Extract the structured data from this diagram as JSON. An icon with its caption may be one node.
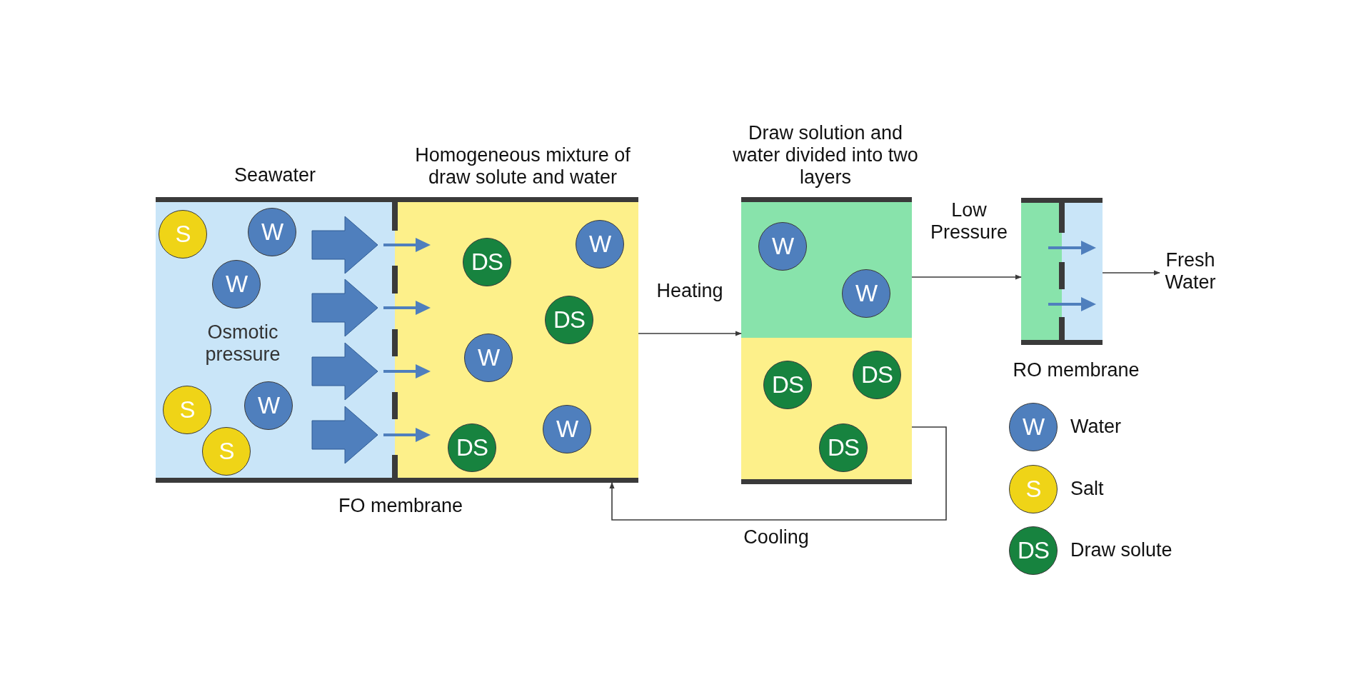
{
  "diagram": {
    "nodes": [
      {
        "text": [
          "Seawater",
          "Osmotic pressure"
        ]
      },
      {
        "text": [
          "Homogeneous mixture of draw solute and water"
        ]
      },
      {
        "text": [
          "Draw solution and water divided into two layers"
        ]
      },
      {
        "text": [],
        "shape": "box",
        "in": 2
      },
      {
        "text": [],
        "shape": "box",
        "in": 2
      },
      {
        "text": [],
        "shape": "box"
      },
      {
        "text": [
          "Fresh Water"
        ]
      },
      {
        "text": [
          "S"
        ],
        "in": 0
      },
      {
        "text": [
          "W"
        ],
        "in": 0
      },
      {
        "text": [
          "W"
        ],
        "in": 0
      },
      {
        "text": [
          "W"
        ],
        "in": 0
      },
      {
        "text": [
          "S"
        ],
        "in": 0
      },
      {
        "text": [
          "S"
        ],
        "in": 0
      },
      {
        "text": [
          "W"
        ],
        "in": 1
      },
      {
        "text": [
          "DS"
        ],
        "in": 1
      },
      {
        "text": [
          "DS"
        ],
        "in": 1
      },
      {
        "text": [
          "W"
        ],
        "in": 1
      },
      {
        "text": [
          "W"
        ],
        "in": 1
      },
      {
        "text": [
          "DS"
        ],
        "in": 1
      },
      {
        "text": [
          "W"
        ],
        "in": 3
      },
      {
        "text": [
          "W"
        ],
        "in": 3
      },
      {
        "text": [
          "DS"
        ],
        "in": 4
      },
      {
        "text": [
          "DS"
        ],
        "in": 4
      },
      {
        "text": [
          "DS"
        ],
        "in": 4
      }
    ],
    "edges": [
      {
        "from": 1,
        "to": 2,
        "arrow": "to",
        "label": "Heating"
      },
      {
        "from": 2,
        "to": 5,
        "arrow": "to",
        "label": "Low Pressure"
      },
      {
        "from": 5,
        "to": 6,
        "arrow": "to"
      },
      {
        "from": 4,
        "to": 1,
        "arrow": "to",
        "label": "Cooling"
      }
    ],
    "labels": [
      "FO membrane",
      "RO membrane",
      "W",
      "S",
      "DS"
    ],
    "legend": [
      {
        "text": "Water",
        "color": "#4f7fbd"
      },
      {
        "text": "Salt",
        "color": "#efd417"
      },
      {
        "text": "Draw solute",
        "color": "#17833f"
      }
    ]
  }
}
